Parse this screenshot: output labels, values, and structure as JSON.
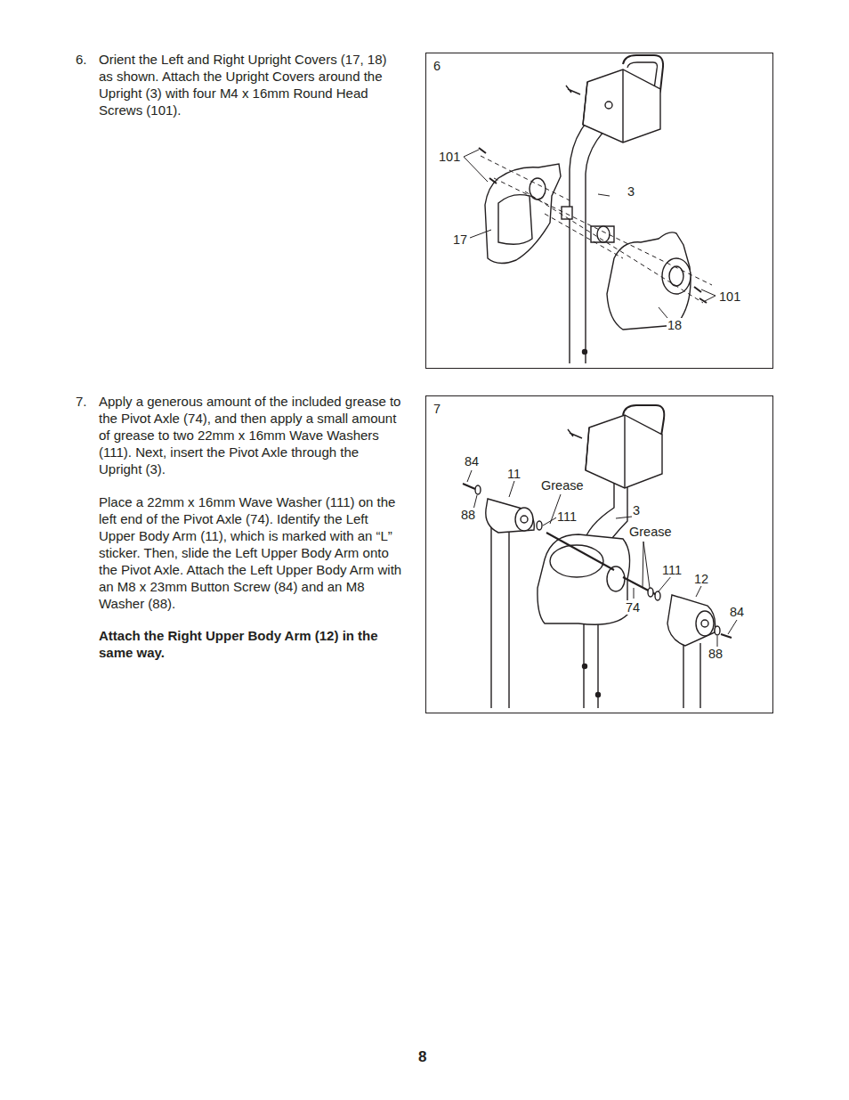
{
  "diagram": {
    "nodes": [
      {
        "text": [
          "6"
        ]
      },
      {
        "text": [
          "7"
        ]
      }
    ],
    "labels": [
      "6.",
      "Orient the Left and Right Upright Covers (17, 18) as shown. Attach the Upright Covers around the Upright (3) with four M4 x 16mm Round Head Screws (101).",
      "7.",
      "Apply a generous amount of the included grease to the Pivot Axle (74), and then apply a small amount of grease to two 22mm x 16mm Wave Washers (111). Next, insert the Pivot Axle through the Upright (3).",
      "Place a 22mm x 16mm Wave Washer (111) on the left end of the Pivot Axle (74). Identify the Left Upper Body Arm (11), which is marked with an “L” sticker. Then, slide the Left Upper Body Arm onto the Pivot Axle. Attach the Left Upper Body Arm with an M8 x 23mm Button Screw (84) and an M8 Washer (88).",
      "Attach the Right Upper Body Arm (12) in the same way.",
      "101",
      "3",
      "17",
      "101",
      "18",
      "84",
      "11",
      "Grease",
      "88",
      "111",
      "3",
      "Grease",
      "111",
      "12",
      "74",
      "84",
      "88",
      "8"
    ]
  }
}
